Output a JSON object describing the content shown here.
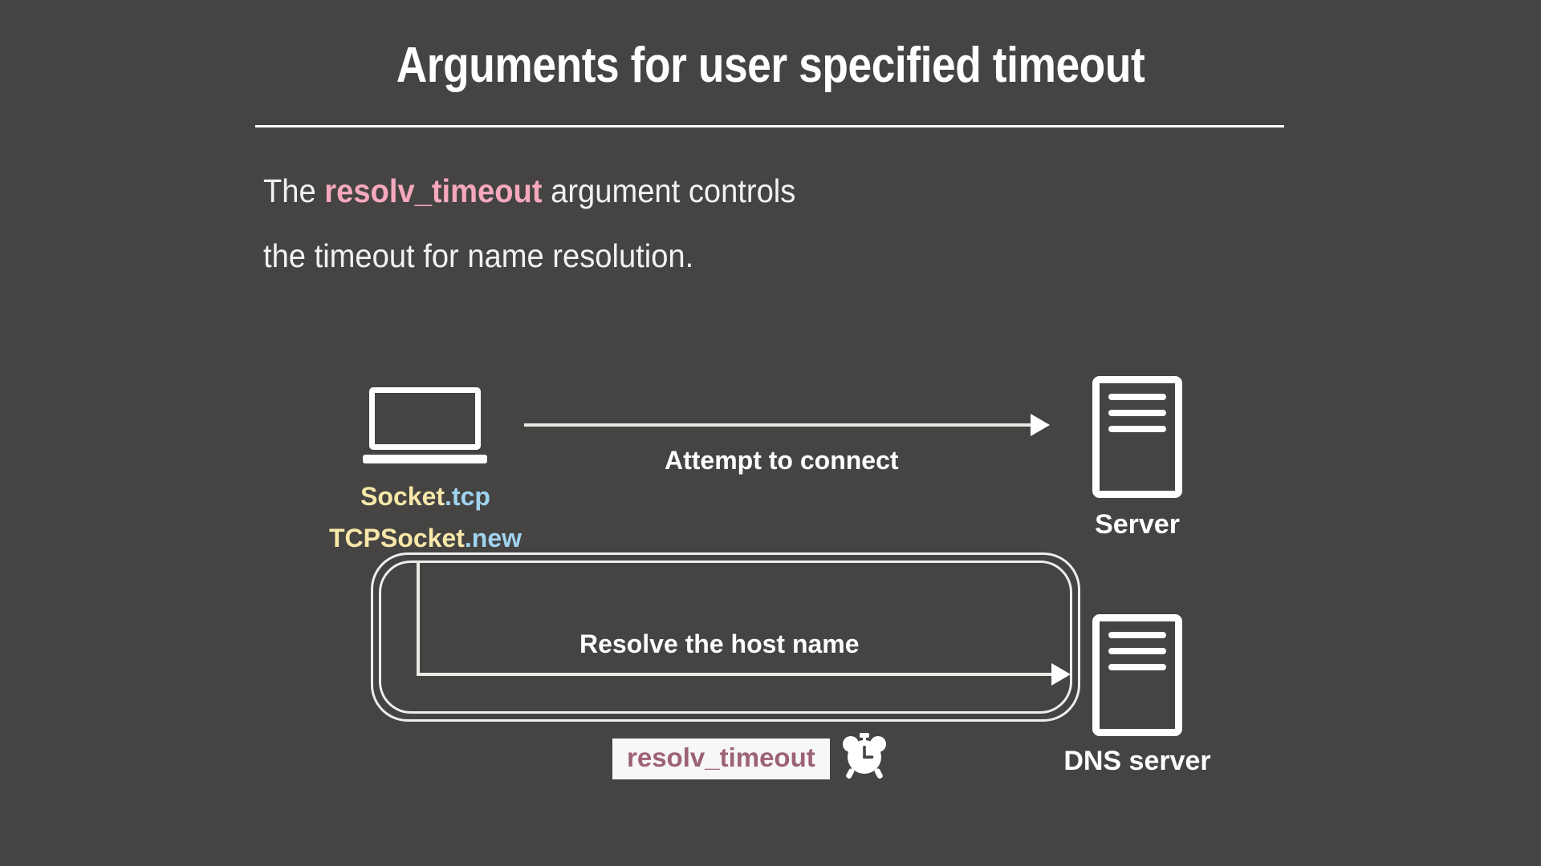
{
  "slide": {
    "background_color": "#454443",
    "title": "Arguments for user specified timeout",
    "body": {
      "line1_prefix": "The ",
      "line1_keyword": "resolv_timeout",
      "line1_suffix": " argument controls",
      "line2": "the timeout for name resolution.",
      "keyword_color": "#f6a8bf"
    }
  },
  "diagram": {
    "client": {
      "icon": "laptop-icon",
      "code_line1_receiver": "Socket",
      "code_line1_method": ".tcp",
      "code_line2_receiver": "TCPSocket",
      "code_line2_method": ".new",
      "receiver_color": "#f7e7a9",
      "method_color": "#9fd4ef"
    },
    "connect_flow": {
      "arrow_label": "Attempt to connect",
      "target_icon": "server-icon",
      "target_label": "Server"
    },
    "resolve_flow": {
      "arrow_label": "Resolve the host name",
      "target_icon": "dns-server-icon",
      "target_label": "DNS server",
      "badge_label": "resolv_timeout",
      "badge_background": "#f7f7f5",
      "badge_text_color": "#9c6274",
      "timer_icon": "alarm-clock-icon"
    }
  }
}
